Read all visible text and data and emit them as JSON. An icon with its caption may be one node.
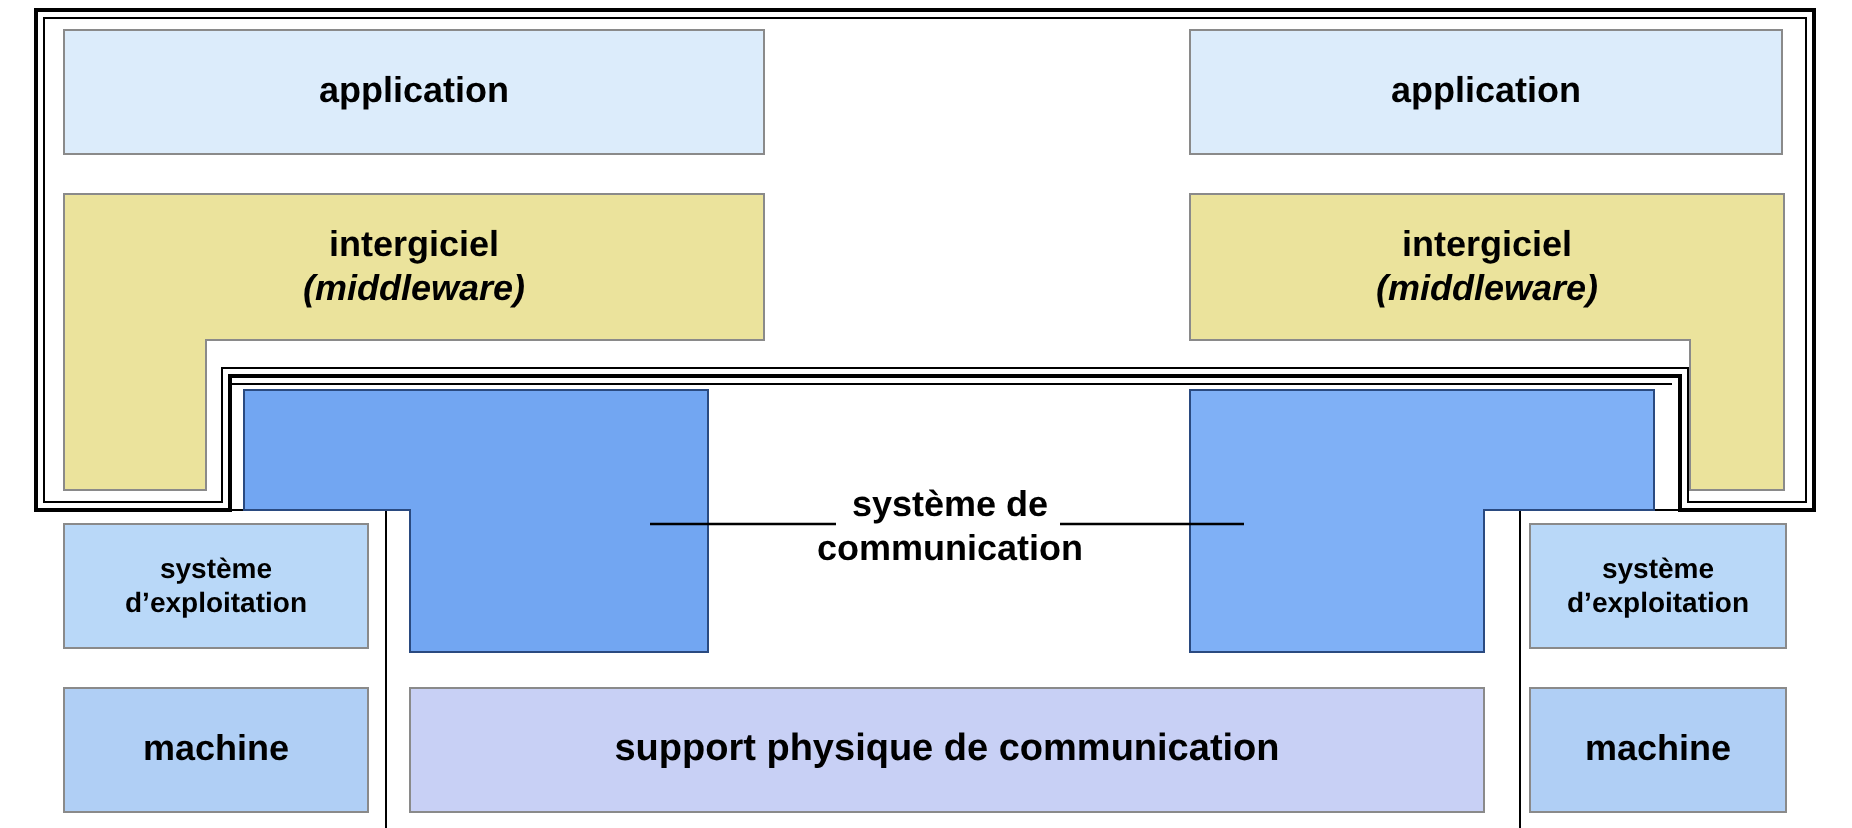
{
  "diagram": {
    "nodes": [
      {
        "text": [
          "application"
        ]
      },
      {
        "text": [
          "application"
        ]
      },
      {
        "text": [
          "intergiciel",
          "(middleware)"
        ]
      },
      {
        "text": [
          "intergiciel",
          "(middleware)"
        ]
      },
      {
        "text": [],
        "shape": "box"
      },
      {
        "text": [
          "système de communication"
        ]
      },
      {
        "text": [],
        "shape": "box"
      },
      {
        "text": [
          "système d’exploitation"
        ]
      },
      {
        "text": [
          "système d’exploitation"
        ]
      },
      {
        "text": [
          "machine"
        ]
      },
      {
        "text": [
          "support physique de communication"
        ]
      },
      {
        "text": [
          "machine"
        ]
      }
    ],
    "edges": [
      {
        "from": 5,
        "to": 4,
        "arrow": "none"
      },
      {
        "from": 5,
        "to": 6,
        "arrow": "none"
      }
    ]
  }
}
